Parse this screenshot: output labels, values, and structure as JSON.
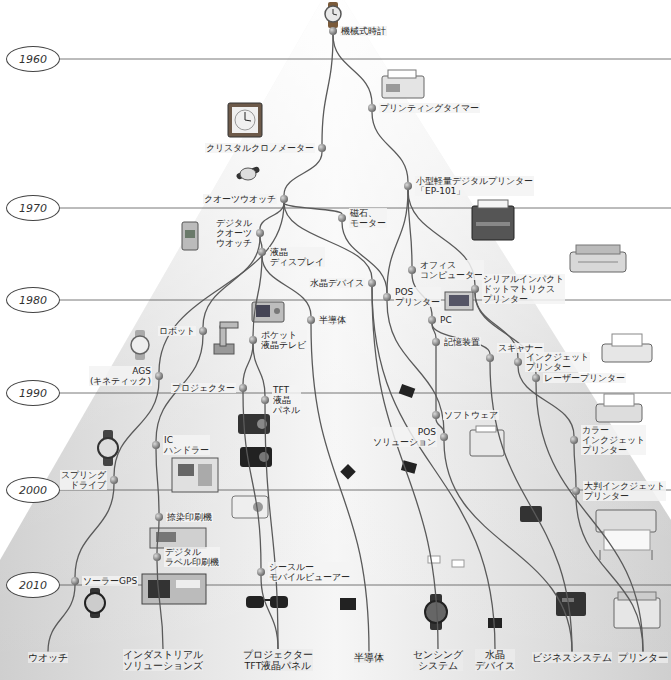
{
  "diagram": {
    "nodes": [
      {
        "text": [
          "1960"
        ]
      },
      {
        "text": [
          "1970"
        ]
      },
      {
        "text": [
          "1980"
        ]
      },
      {
        "text": [
          "1990"
        ]
      },
      {
        "text": [
          "2000"
        ]
      },
      {
        "text": [
          "2010"
        ]
      },
      {
        "text": [
          "機械式時計"
        ]
      },
      {
        "text": [
          "クリスタルクロノメーター"
        ]
      },
      {
        "text": [
          "プリンティングタイマー"
        ]
      },
      {
        "text": [
          "小型軽量デジタルプリンター 「EP-101」"
        ]
      },
      {
        "text": [
          "クオーツウオッチ"
        ]
      },
      {
        "text": [
          "磁石、モーター"
        ]
      },
      {
        "text": [
          "デジタル クオーツ ウオッチ"
        ]
      },
      {
        "text": [
          "液晶 ディスプレイ"
        ]
      },
      {
        "text": [
          "オフィス コンピューター"
        ]
      },
      {
        "text": [
          "水晶デバイス"
        ]
      },
      {
        "text": [
          "シリアルインパクト ドットマトリクス プリンター"
        ]
      },
      {
        "text": [
          "POS プリンター"
        ]
      },
      {
        "text": [
          "半導体"
        ]
      },
      {
        "text": [
          "PC"
        ]
      },
      {
        "text": [
          "ロボット"
        ]
      },
      {
        "text": [
          "ポケット 液晶テレビ"
        ]
      },
      {
        "text": [
          "記憶装置"
        ]
      },
      {
        "text": [
          "スキャナー"
        ]
      },
      {
        "text": [
          "インクジェット プリンター"
        ]
      },
      {
        "text": [
          "AGS (キネティック)"
        ]
      },
      {
        "text": [
          "レーザープリンター"
        ]
      },
      {
        "text": [
          "プロジェクター"
        ]
      },
      {
        "text": [
          "TFT 液晶 パネル"
        ]
      },
      {
        "text": [
          "ソフトウェア"
        ]
      },
      {
        "text": [
          "POS ソリューション"
        ]
      },
      {
        "text": [
          "IC ハンドラー"
        ]
      },
      {
        "text": [
          "カラー インクジェット プリンター"
        ]
      },
      {
        "text": [
          "スプリング ドライブ"
        ]
      },
      {
        "text": [
          "大判インクジェット プリンター"
        ]
      },
      {
        "text": [
          "捺染印刷機"
        ]
      },
      {
        "text": [
          "デジタル ラベル印刷機"
        ]
      },
      {
        "text": [
          "シースルー モバイルビューアー"
        ]
      },
      {
        "text": [
          "ソーラーGPS"
        ]
      },
      {
        "text": [
          "ウオッチ"
        ]
      },
      {
        "text": [
          "インダストリアル ソリューションズ"
        ]
      },
      {
        "text": [
          "プロジェクター TFT液晶パネル"
        ]
      },
      {
        "text": [
          "半導体"
        ]
      },
      {
        "text": [
          "センシング システム"
        ]
      },
      {
        "text": [
          "水晶 デバイス"
        ]
      },
      {
        "text": [
          "ビジネスシステム"
        ]
      },
      {
        "text": [
          "プリンター"
        ]
      }
    ],
    "edges": [
      {
        "from": 6,
        "to": 7,
        "arrow": "none"
      },
      {
        "from": 6,
        "to": 8,
        "arrow": "none"
      },
      {
        "from": 7,
        "to": 10,
        "arrow": "none"
      },
      {
        "from": 8,
        "to": 9,
        "arrow": "none"
      },
      {
        "from": 10,
        "to": 25,
        "arrow": "none"
      },
      {
        "from": 25,
        "to": 33,
        "arrow": "none"
      },
      {
        "from": 33,
        "to": 38,
        "arrow": "none"
      },
      {
        "from": 38,
        "to": 39,
        "arrow": "none"
      },
      {
        "from": 10,
        "to": 12,
        "arrow": "none"
      },
      {
        "from": 12,
        "to": 20,
        "arrow": "none"
      },
      {
        "from": 20,
        "to": 31,
        "arrow": "none"
      },
      {
        "from": 31,
        "to": 35,
        "arrow": "none"
      },
      {
        "from": 35,
        "to": 36,
        "arrow": "none"
      },
      {
        "from": 36,
        "to": 40,
        "arrow": "none"
      },
      {
        "from": 12,
        "to": 13,
        "arrow": "none"
      },
      {
        "from": 13,
        "to": 21,
        "arrow": "none"
      },
      {
        "from": 21,
        "to": 27,
        "arrow": "none"
      },
      {
        "from": 21,
        "to": 28,
        "arrow": "none"
      },
      {
        "from": 27,
        "to": 37,
        "arrow": "none"
      },
      {
        "from": 28,
        "to": 41,
        "arrow": "none"
      },
      {
        "from": 37,
        "to": 41,
        "arrow": "none"
      },
      {
        "from": 13,
        "to": 18,
        "arrow": "none"
      },
      {
        "from": 18,
        "to": 42,
        "arrow": "none"
      },
      {
        "from": 10,
        "to": 15,
        "arrow": "none"
      },
      {
        "from": 15,
        "to": 43,
        "arrow": "none"
      },
      {
        "from": 15,
        "to": 44,
        "arrow": "none"
      },
      {
        "from": 10,
        "to": 11,
        "arrow": "none"
      },
      {
        "from": 11,
        "to": 17,
        "arrow": "none"
      },
      {
        "from": 9,
        "to": 17,
        "arrow": "none"
      },
      {
        "from": 9,
        "to": 14,
        "arrow": "none"
      },
      {
        "from": 9,
        "to": 16,
        "arrow": "none"
      },
      {
        "from": 14,
        "to": 19,
        "arrow": "none"
      },
      {
        "from": 19,
        "to": 22,
        "arrow": "none"
      },
      {
        "from": 22,
        "to": 29,
        "arrow": "none"
      },
      {
        "from": 29,
        "to": 30,
        "arrow": "none"
      },
      {
        "from": 17,
        "to": 30,
        "arrow": "none"
      },
      {
        "from": 30,
        "to": 45,
        "arrow": "none"
      },
      {
        "from": 19,
        "to": 23,
        "arrow": "none"
      },
      {
        "from": 23,
        "to": 45,
        "arrow": "none"
      },
      {
        "from": 16,
        "to": 24,
        "arrow": "none"
      },
      {
        "from": 16,
        "to": 26,
        "arrow": "none"
      },
      {
        "from": 24,
        "to": 32,
        "arrow": "none"
      },
      {
        "from": 32,
        "to": 34,
        "arrow": "none"
      },
      {
        "from": 34,
        "to": 46,
        "arrow": "none"
      },
      {
        "from": 26,
        "to": 46,
        "arrow": "none"
      }
    ]
  }
}
